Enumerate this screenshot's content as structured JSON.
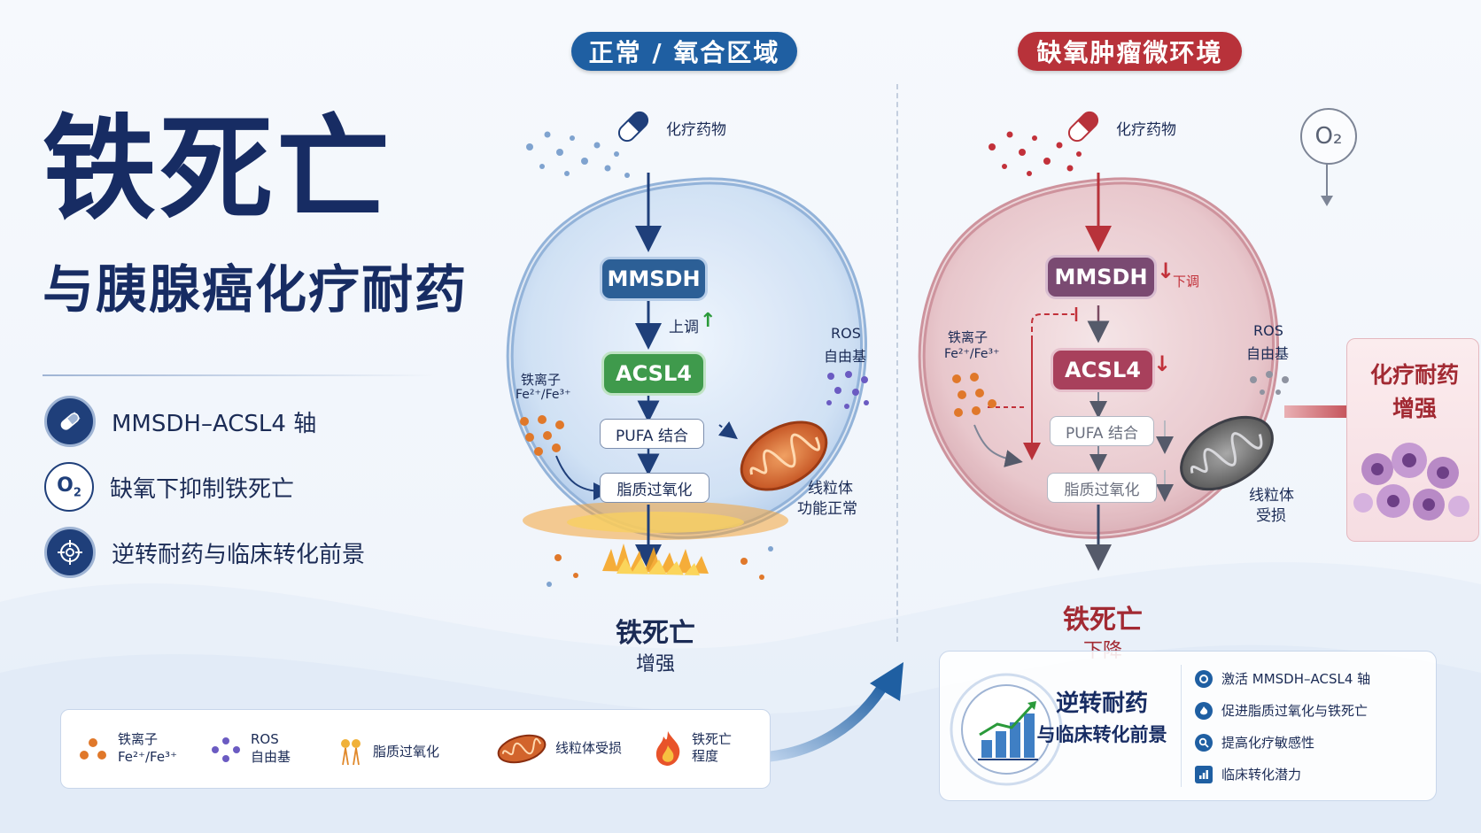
{
  "title": {
    "main": "铁死亡",
    "sub": "与胰腺癌化疗耐药"
  },
  "features": [
    {
      "icon": "pill-icon",
      "label": "MMSDH–ACSL4 轴"
    },
    {
      "icon": "oxygen-icon",
      "label": "缺氧下抑制铁死亡"
    },
    {
      "icon": "target-icon",
      "label": "逆转耐药与临床转化前景"
    }
  ],
  "normal_panel": {
    "header": "正常 / 氧合区域",
    "drug": "化疗药物",
    "mmsdh": "MMSDH",
    "up_label": "上调",
    "acsl4": "ACSL4",
    "pufa": "PUFA 结合",
    "lipid": "脂质过氧化",
    "iron_label": "铁离子",
    "iron_formula": "Fe²⁺/Fe³⁺",
    "ros_1": "ROS",
    "ros_2": "自由基",
    "mito_1": "线粒体",
    "mito_2": "功能正常",
    "out_main": "铁死亡",
    "out_sub": "增强",
    "color": "#1f5fa2"
  },
  "hypoxic_panel": {
    "header": "缺氧肿瘤微环境",
    "drug": "化疗药物",
    "o2": "O₂",
    "mmsdh": "MMSDH",
    "down_label": "下调",
    "acsl4": "ACSL4",
    "pufa": "PUFA 结合",
    "lipid": "脂质过氧化",
    "iron_label": "铁离子",
    "iron_formula": "Fe²⁺/Fe³⁺",
    "ros_1": "ROS",
    "ros_2": "自由基",
    "mito_1": "线粒体",
    "mito_2": "受损",
    "out_main": "铁死亡",
    "out_sub": "下降",
    "resist_1": "化疗耐药",
    "resist_2": "增强",
    "color": "#b8323a"
  },
  "legend": [
    {
      "icon": "iron-ion-icon",
      "label_1": "铁离子",
      "label_2": "Fe²⁺/Fe³⁺"
    },
    {
      "icon": "ros-icon",
      "label_1": "ROS",
      "label_2": "自由基"
    },
    {
      "icon": "lipid-icon",
      "label_1": "脂质过氧化",
      "label_2": ""
    },
    {
      "icon": "mitochondria-icon",
      "label_1": "线粒体受损",
      "label_2": ""
    },
    {
      "icon": "fire-icon",
      "label_1": "铁死亡",
      "label_2": "程度"
    }
  ],
  "prospect": {
    "title_1": "逆转耐药",
    "title_2": "与临床转化前景",
    "items": [
      {
        "icon": "gear-icon",
        "label": "激活 MMSDH–ACSL4 轴"
      },
      {
        "icon": "flame-icon",
        "label": "促进脂质过氧化与铁死亡"
      },
      {
        "icon": "search-icon",
        "label": "提高化疗敏感性"
      },
      {
        "icon": "bar-chart-icon",
        "label": "临床转化潜力"
      }
    ]
  }
}
